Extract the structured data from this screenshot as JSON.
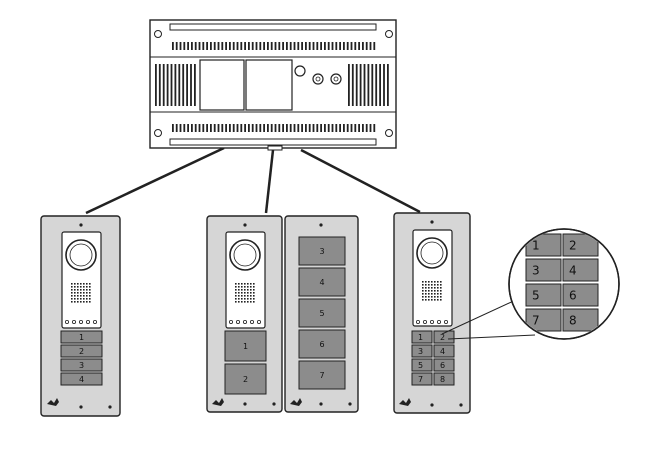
{
  "panel_a": {
    "buttons": [
      "1",
      "2",
      "3",
      "4"
    ]
  },
  "panel_b": {
    "buttons": [
      "1",
      "2"
    ]
  },
  "panel_b_ext": {
    "buttons": [
      "3",
      "4",
      "5",
      "6",
      "7"
    ]
  },
  "panel_c": {
    "buttons": [
      "1",
      "2",
      "3",
      "4",
      "5",
      "6",
      "7",
      "8"
    ]
  },
  "magnifier": {
    "buttons": [
      "1",
      "2",
      "3",
      "4",
      "5",
      "6",
      "7",
      "8"
    ]
  },
  "colors": {
    "panel_fill": "#d6d6d6",
    "button_fill": "#8c8c8c",
    "outline": "#222222",
    "line": "#222222"
  }
}
